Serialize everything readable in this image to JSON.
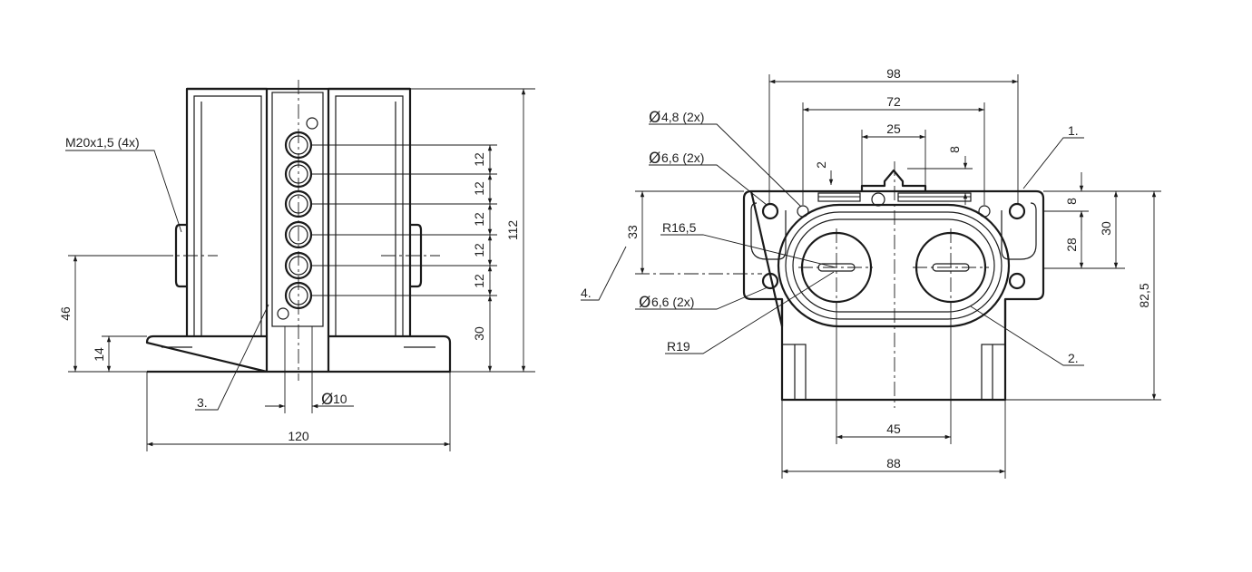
{
  "front_view": {
    "thread_callout": "M20x1,5 (4x)",
    "item_ref": "3.",
    "pitch_1": "12",
    "pitch_2": "12",
    "pitch_3": "12",
    "pitch_4": "12",
    "pitch_5": "12",
    "offset_30": "30",
    "height_112": "112",
    "height_46": "46",
    "height_14": "14",
    "hole_dia_sym": "Ø",
    "hole_dia": "10",
    "width_120": "120"
  },
  "side_view": {
    "width_98": "98",
    "width_72": "72",
    "width_25": "25",
    "dim_8_top": "8",
    "dim_2": "2",
    "hole_48_sym": "Ø",
    "hole_48": "4,8 (2x)",
    "hole_66a_sym": "Ø",
    "hole_66a": "6,6 (2x)",
    "hole_66b_sym": "Ø",
    "hole_66b": "6,6 (2x)",
    "radius_16": "R16,5",
    "radius_19": "R19",
    "ref_1": "1.",
    "ref_2": "2.",
    "ref_4": "4.",
    "height_33": "33",
    "dim_8_right": "8",
    "dim_28": "28",
    "dim_30": "30",
    "height_82": "82,5",
    "width_45": "45",
    "width_88": "88"
  }
}
